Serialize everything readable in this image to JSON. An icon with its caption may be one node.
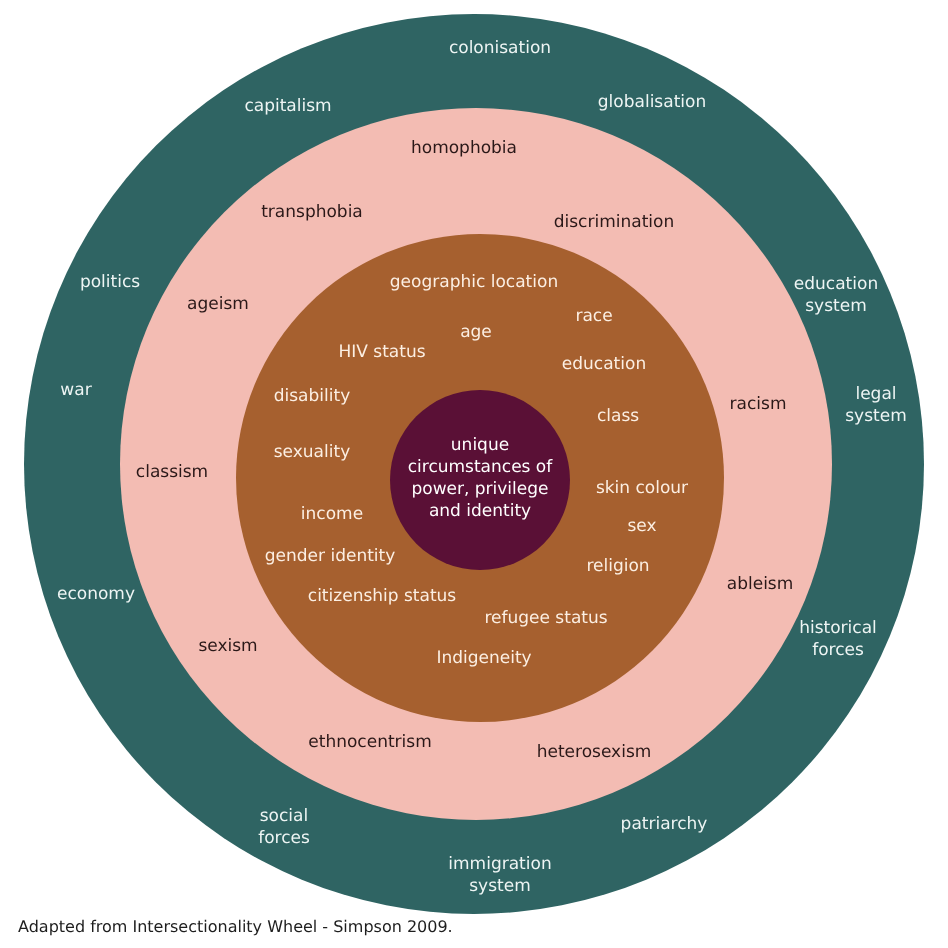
{
  "diagram": {
    "caption": "Adapted from Intersectionality Wheel - Simpson 2009.",
    "nodes": [
      {
        "text": [
          "colonisation",
          "capitalism",
          "globalisation",
          "education system",
          "politics",
          "war",
          "legal system",
          "economy",
          "historical forces",
          "social forces",
          "patriarchy",
          "immigration system"
        ]
      },
      {
        "text": [
          "homophobia",
          "transphobia",
          "discrimination",
          "ageism",
          "racism",
          "classism",
          "ableism",
          "sexism",
          "ethnocentrism",
          "heterosexism"
        ],
        "in": 0
      },
      {
        "text": [
          "geographic location",
          "race",
          "age",
          "HIV status",
          "education",
          "disability",
          "class",
          "sexuality",
          "skin colour",
          "income",
          "sex",
          "gender identity",
          "religion",
          "citizenship status",
          "refugee status",
          "Indigeneity"
        ],
        "in": 1
      },
      {
        "text": [
          "unique circumstances of power, privilege and identity"
        ],
        "in": 2
      }
    ]
  }
}
